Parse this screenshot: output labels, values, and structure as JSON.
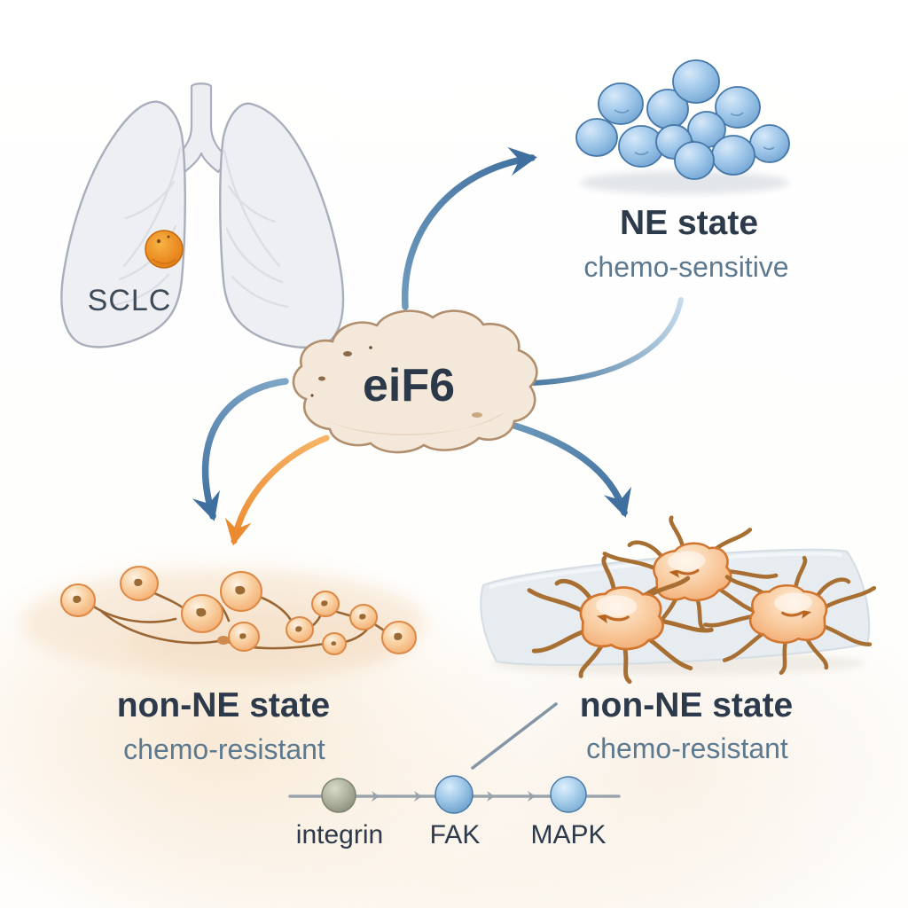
{
  "diagram": {
    "organ": {
      "label": "SCLC"
    },
    "hub": {
      "label": "eiF6"
    },
    "ne_state": {
      "title": "NE state",
      "subtitle": "chemo-sensitive"
    },
    "non_ne_state_left": {
      "title": "non-NE state",
      "subtitle": "chemo-resistant"
    },
    "non_ne_state_right": {
      "title": "non-NE state",
      "subtitle": "chemo-resistant"
    },
    "pathway": {
      "nodes": [
        {
          "label": "integrin",
          "color": "#9aa08c"
        },
        {
          "label": "FAK",
          "color": "#6fa3cf"
        },
        {
          "label": "MAPK",
          "color": "#7fb0d8"
        }
      ]
    },
    "arrows": [
      {
        "from": "eiF6",
        "to": "NE state",
        "style": "blue-curved"
      },
      {
        "from": "NE state",
        "to": "eiF6",
        "style": "blue-fading-curve"
      },
      {
        "from": "eiF6",
        "to": "non-NE state left",
        "style": "blue-curved"
      },
      {
        "from": "eiF6",
        "to": "non-NE state left",
        "style": "orange-curved"
      },
      {
        "from": "eiF6",
        "to": "non-NE state right",
        "style": "blue-curved"
      }
    ],
    "colors": {
      "text_dark": "#2c3a4c",
      "text_muted": "#5d7990",
      "arrow_blue": "#3f6f9e",
      "arrow_orange": "#ec8a2f",
      "ne_cell_blue": "#8bb9e2",
      "non_ne_cell_orange": "#f3a869",
      "cloud_fill": "#f3e8d9",
      "cloud_stroke": "#b08e6e",
      "tumor_orange": "#ec8f25"
    }
  }
}
